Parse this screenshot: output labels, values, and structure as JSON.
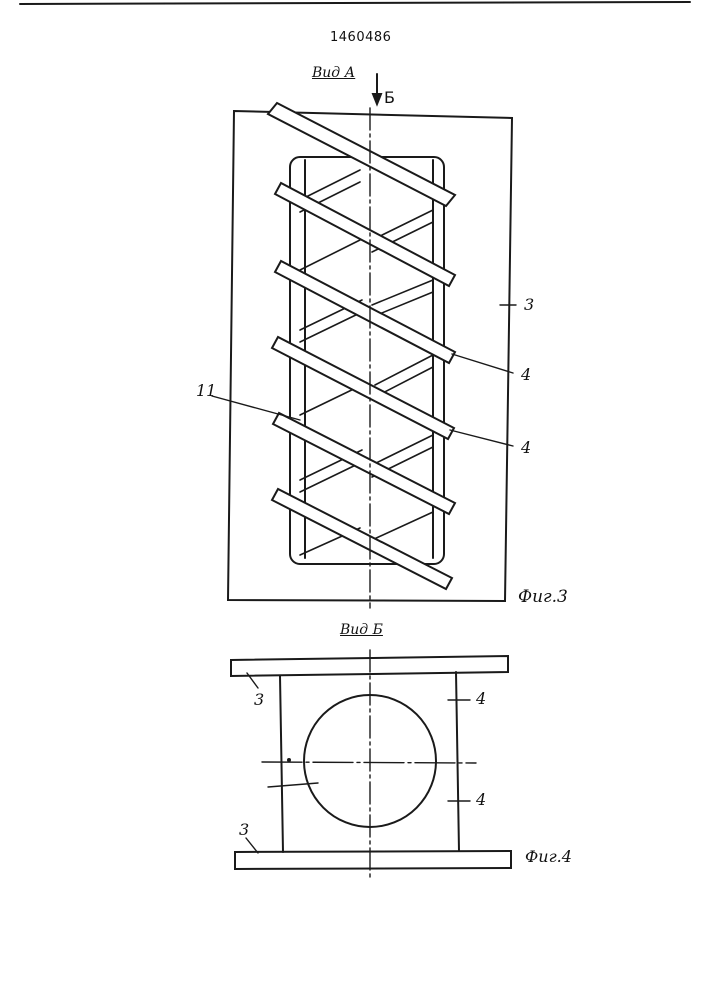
{
  "patent_number": "1460486",
  "fig3": {
    "view_label": "Вид А",
    "arrow_label": "Б",
    "caption": "Фиг.3",
    "labels": {
      "housing": "3",
      "bar_upper": "4",
      "bar_lower": "4",
      "part11": "11"
    }
  },
  "fig4": {
    "view_label": "Вид Б",
    "caption": "Фиг.4",
    "labels": {
      "plate_top": "3",
      "plate_bottom": "3",
      "post_upper": "4",
      "post_lower": "4"
    }
  },
  "colors": {
    "ink": "#1a1a1a",
    "paper": "#ffffff"
  }
}
